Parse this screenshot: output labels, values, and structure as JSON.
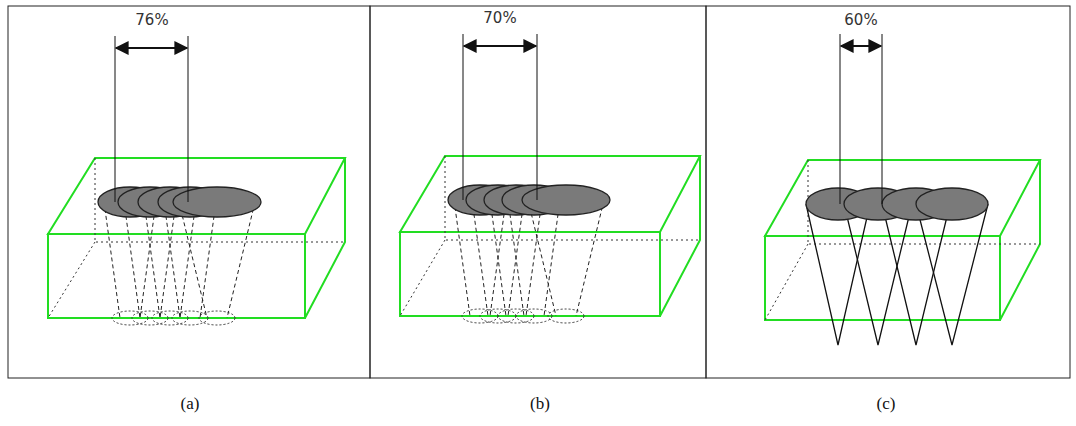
{
  "diagram": {
    "labels": [
      "76%",
      "70%",
      "60%",
      "(a)",
      "(b)",
      "(c)"
    ]
  }
}
